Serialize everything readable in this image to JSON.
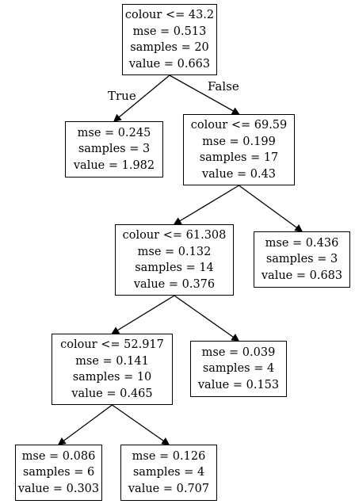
{
  "tree": {
    "nodes": [
      {
        "id": "n0",
        "lines": [
          "colour <= 43.2",
          "mse = 0.513",
          "samples = 20",
          "value = 0.663"
        ]
      },
      {
        "id": "n1",
        "lines": [
          "mse = 0.245",
          "samples = 3",
          "value = 1.982"
        ]
      },
      {
        "id": "n2",
        "lines": [
          "colour <= 69.59",
          "mse = 0.199",
          "samples = 17",
          "value = 0.43"
        ]
      },
      {
        "id": "n3",
        "lines": [
          "colour <= 61.308",
          "mse = 0.132",
          "samples = 14",
          "value = 0.376"
        ]
      },
      {
        "id": "n4",
        "lines": [
          "mse = 0.436",
          "samples = 3",
          "value = 0.683"
        ]
      },
      {
        "id": "n5",
        "lines": [
          "colour <= 52.917",
          "mse = 0.141",
          "samples = 10",
          "value = 0.465"
        ]
      },
      {
        "id": "n6",
        "lines": [
          "mse = 0.039",
          "samples = 4",
          "value = 0.153"
        ]
      },
      {
        "id": "n7",
        "lines": [
          "mse = 0.086",
          "samples = 6",
          "value = 0.303"
        ]
      },
      {
        "id": "n8",
        "lines": [
          "mse = 0.126",
          "samples = 4",
          "value = 0.707"
        ]
      }
    ],
    "edges": [
      {
        "from": "n0",
        "to": "n1",
        "label": "True"
      },
      {
        "from": "n0",
        "to": "n2",
        "label": "False"
      },
      {
        "from": "n2",
        "to": "n3",
        "label": ""
      },
      {
        "from": "n2",
        "to": "n4",
        "label": ""
      },
      {
        "from": "n3",
        "to": "n5",
        "label": ""
      },
      {
        "from": "n3",
        "to": "n6",
        "label": ""
      },
      {
        "from": "n5",
        "to": "n7",
        "label": ""
      },
      {
        "from": "n5",
        "to": "n8",
        "label": ""
      }
    ]
  }
}
